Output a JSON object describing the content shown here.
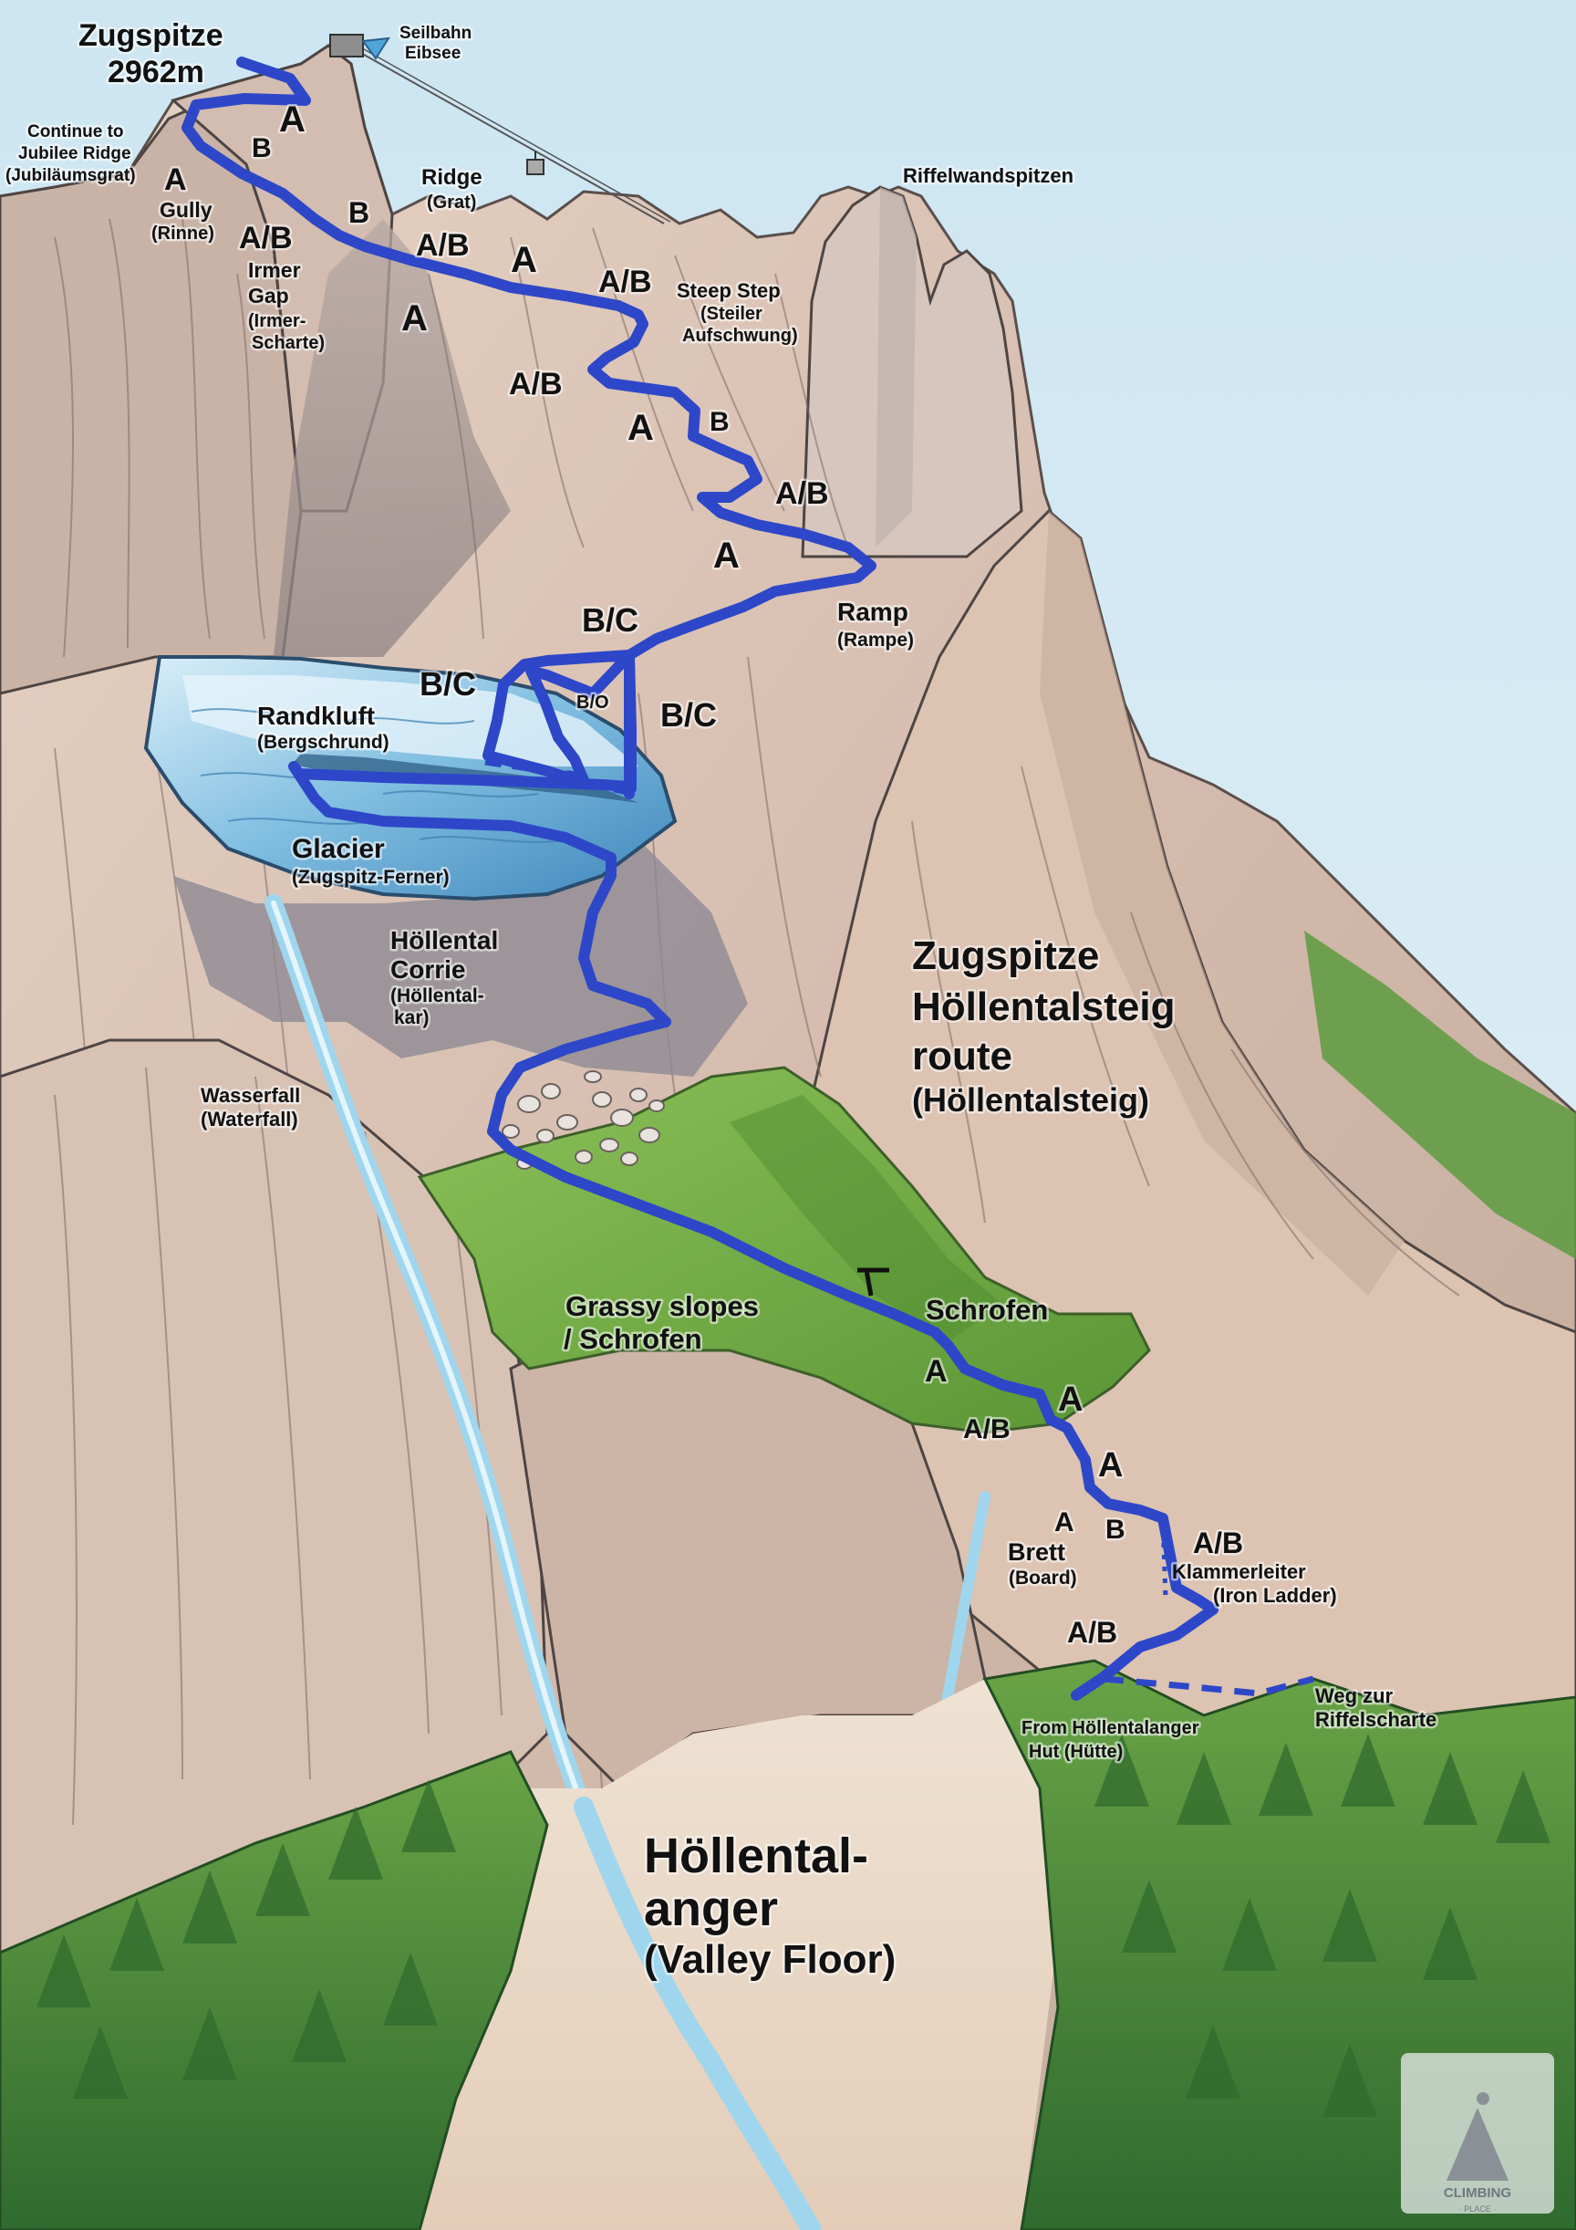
{
  "route_title": {
    "line1": "Zugspitze",
    "line2": "Höllentalsteig",
    "line3": "route",
    "line4": "(Höllentalsteig)"
  },
  "summit": {
    "name": "Zugspitze",
    "elevation": "2962m"
  },
  "cable_car": {
    "line1": "Seilbahn",
    "line2": "Eibsee"
  },
  "jubilee": {
    "line1": "Continue to",
    "line2": "Jubilee Ridge",
    "line3": "(Jubiläumsgrat)"
  },
  "gully": {
    "name": "Gully",
    "local": "(Rinne)"
  },
  "irmer_gap": {
    "line1": "Irmer",
    "line2": "Gap",
    "line3": "(Irmer-",
    "line4": "Scharte)"
  },
  "ridge": {
    "name": "Ridge",
    "local": "(Grat)"
  },
  "riffelwandspitzen": {
    "name": "Riffelwandspitzen"
  },
  "steep_step": {
    "line1": "Steep Step",
    "line2": "(Steiler",
    "line3": "Aufschwung)"
  },
  "ramp": {
    "name": "Ramp",
    "local": "(Rampe)"
  },
  "randkluft": {
    "name": "Randkluft",
    "local": "(Bergschrund)"
  },
  "glacier": {
    "name": "Glacier",
    "local": "(Zugspitz-Ferner)"
  },
  "corrie": {
    "line1": "Höllental",
    "line2": "Corrie",
    "line3": "(Höllental-",
    "line4": "kar)"
  },
  "waterfall": {
    "name": "Wasserfall",
    "local": "(Waterfall)"
  },
  "grassy": {
    "line1": "Grassy slopes",
    "line2": "/ Schrofen"
  },
  "schrofen": {
    "name": "Schrofen"
  },
  "brett": {
    "name": "Brett",
    "local": "(Board)"
  },
  "klammerleiter": {
    "name": "Klammerleiter",
    "local": "(Iron Ladder)"
  },
  "riffelscharte": {
    "line1": "Weg zur",
    "line2": "Riffelscharte"
  },
  "hut": {
    "line1": "From Höllentalanger",
    "line2": "Hut (Hütte)"
  },
  "valley": {
    "line1": "Höllental-",
    "line2": "anger",
    "line3": "(Valley Floor)"
  },
  "logo": {
    "line1": "CLIMBING",
    "line2": "· PLACE ·"
  },
  "grades": {
    "g1": "A",
    "g2": "B",
    "g3": "A",
    "g4": "A/B",
    "g5": "B",
    "g6": "A/B",
    "g7": "A",
    "g8": "A",
    "g9": "A/B",
    "g10": "A/B",
    "g11": "A",
    "g12": "B",
    "g13": "A/B",
    "g14": "A",
    "g15": "B/C",
    "g16": "B/C",
    "g17": "B/O",
    "g18": "B/C",
    "g19": "A",
    "g20": "A/B",
    "g21": "A",
    "g22": "A",
    "g23": "A",
    "g24": "B",
    "g25": "A/B",
    "g26": "A/B"
  },
  "colors": {
    "sky": "#cfe6f1",
    "rock": "#d9c3b3",
    "rock_shadow": "#9c8f8a",
    "glacier": "#6fb1d9",
    "grass": "#6fa83f",
    "forest": "#3f7a35",
    "route": "#2d47c8",
    "water": "#8fd0ec"
  }
}
